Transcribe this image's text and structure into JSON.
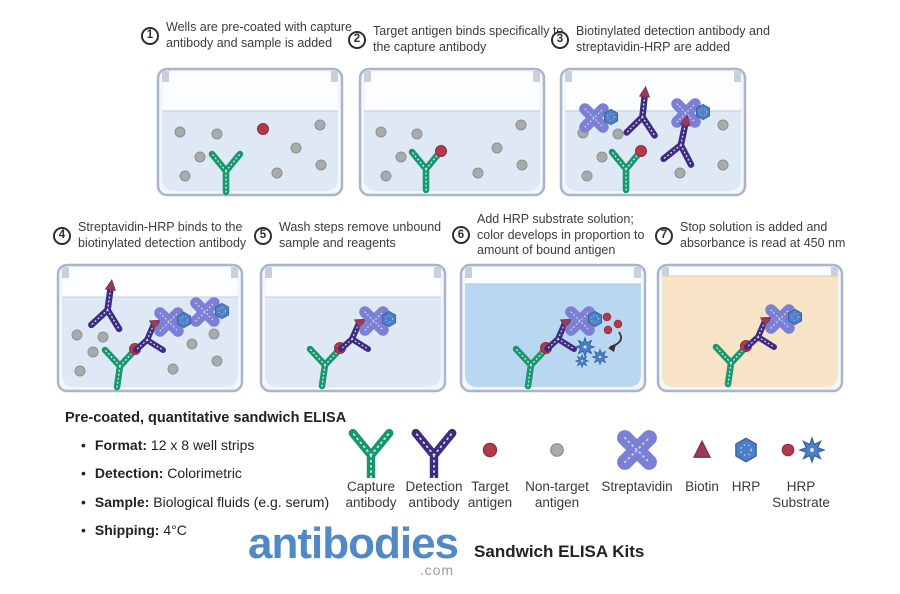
{
  "steps": [
    {
      "num": "1",
      "text": "Wells are pre-coated with capture antibody and sample is added"
    },
    {
      "num": "2",
      "text": "Target antigen binds specifically to the capture antibody"
    },
    {
      "num": "3",
      "text": "Biotinylated detection antibody and streptavidin-HRP are added"
    },
    {
      "num": "4",
      "text": "Streptavidin-HRP binds to the biotinylated detection antibody"
    },
    {
      "num": "5",
      "text": "Wash steps remove unbound sample and reagents"
    },
    {
      "num": "6",
      "text": "Add HRP substrate solution; color develops in proportion to amount of bound antigen"
    },
    {
      "num": "7",
      "text": "Stop solution is added and absorbance is read at 450 nm"
    }
  ],
  "product_info": {
    "title": "Pre-coated, quantitative sandwich ELISA",
    "bullets": [
      {
        "label": "Format:",
        "value": "12 x 8 well strips"
      },
      {
        "label": "Detection:",
        "value": "Colorimetric"
      },
      {
        "label": "Sample:",
        "value": "Biological fluids (e.g. serum)"
      },
      {
        "label": "Shipping:",
        "value": "4°C"
      }
    ]
  },
  "legend": {
    "items": [
      {
        "icon": "capture-antibody-icon",
        "label": "Capture antibody"
      },
      {
        "icon": "detection-antibody-icon",
        "label": "Detection antibody"
      },
      {
        "icon": "target-antigen-icon",
        "label": "Target antigen"
      },
      {
        "icon": "non-target-antigen-icon",
        "label": "Non-target antigen"
      },
      {
        "icon": "streptavidin-icon",
        "label": "Streptavidin"
      },
      {
        "icon": "biotin-icon",
        "label": "Biotin"
      },
      {
        "icon": "hrp-icon",
        "label": "HRP"
      },
      {
        "icon": "hrp-substrate-icon",
        "label": "HRP Substrate"
      }
    ]
  },
  "footer": {
    "brand": "antibodies",
    "brand_tld": ".com",
    "product_line": "Sandwich ELISA Kits"
  },
  "colors": {
    "capture_antibody": "#17976d",
    "detection_antibody": "#3e2b82",
    "target_antigen": "#b23a4a",
    "non_target_antigen": "#a9aaac",
    "streptavidin": "#7b80d4",
    "biotin": "#993b5f",
    "hrp": "#4d7fc8",
    "brand_blue": "#5089c5",
    "well_liquid": "#dfe9f6",
    "substrate_liquid": "#b9d7f1",
    "stop_liquid": "#f7e3c5"
  }
}
